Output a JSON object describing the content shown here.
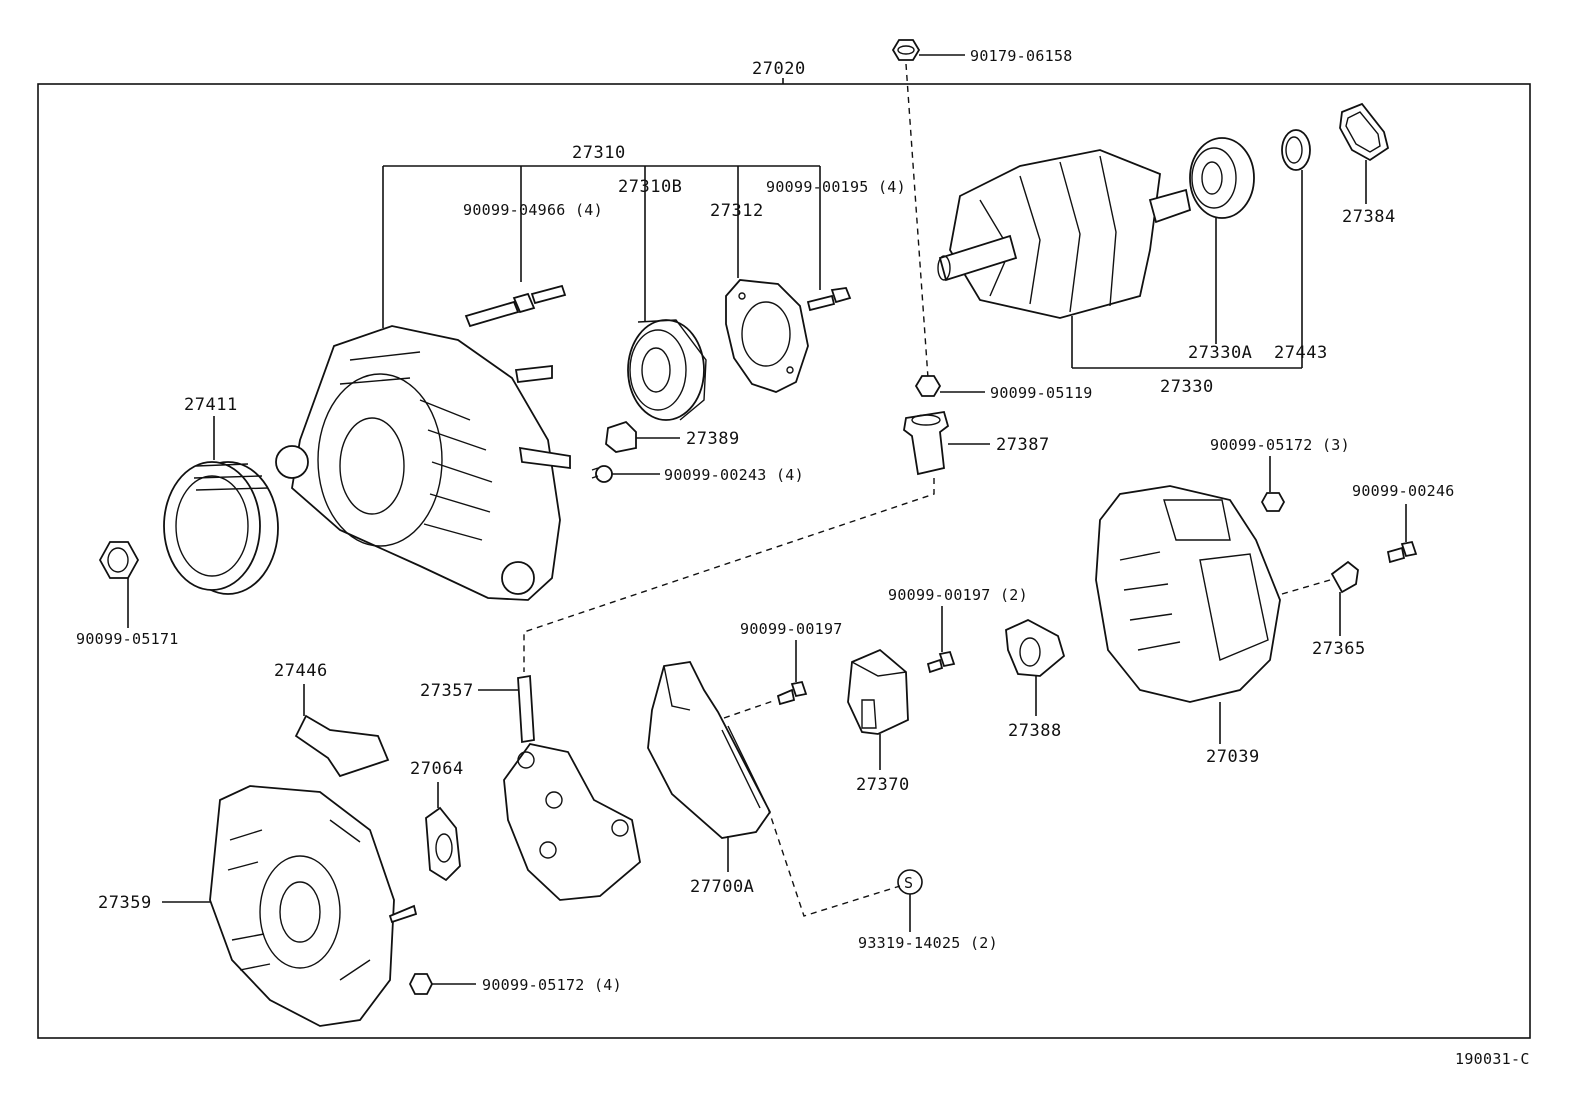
{
  "diagram_id": "190031-C",
  "assembly": {
    "label": "27020"
  },
  "callouts": {
    "c90179_06158": "90179-06158",
    "c27310": "27310",
    "c27310B": "27310B",
    "c27312": "27312",
    "c90099_04966": "90099-04966 (4)",
    "c90099_00195": "90099-00195 (4)",
    "c27384": "27384",
    "c27330A": "27330A",
    "c27443": "27443",
    "c27330": "27330",
    "c27411": "27411",
    "c27389": "27389",
    "c90099_00243": "90099-00243 (4)",
    "c90099_05119": "90099-05119",
    "c27387": "27387",
    "c90099_05172_3": "90099-05172 (3)",
    "c90099_00246": "90099-00246",
    "c90099_05171": "90099-05171",
    "c90099_00197_2": "90099-00197 (2)",
    "c90099_00197": "90099-00197",
    "c27446": "27446",
    "c27357": "27357",
    "c27064": "27064",
    "c27365": "27365",
    "c27388": "27388",
    "c27370": "27370",
    "c27039": "27039",
    "c27359": "27359",
    "c27700A": "27700A",
    "c93319_14025": "93319-14025 (2)",
    "c90099_05172_4": "90099-05172 (4)"
  },
  "symbols": {
    "s_mark": "S"
  }
}
